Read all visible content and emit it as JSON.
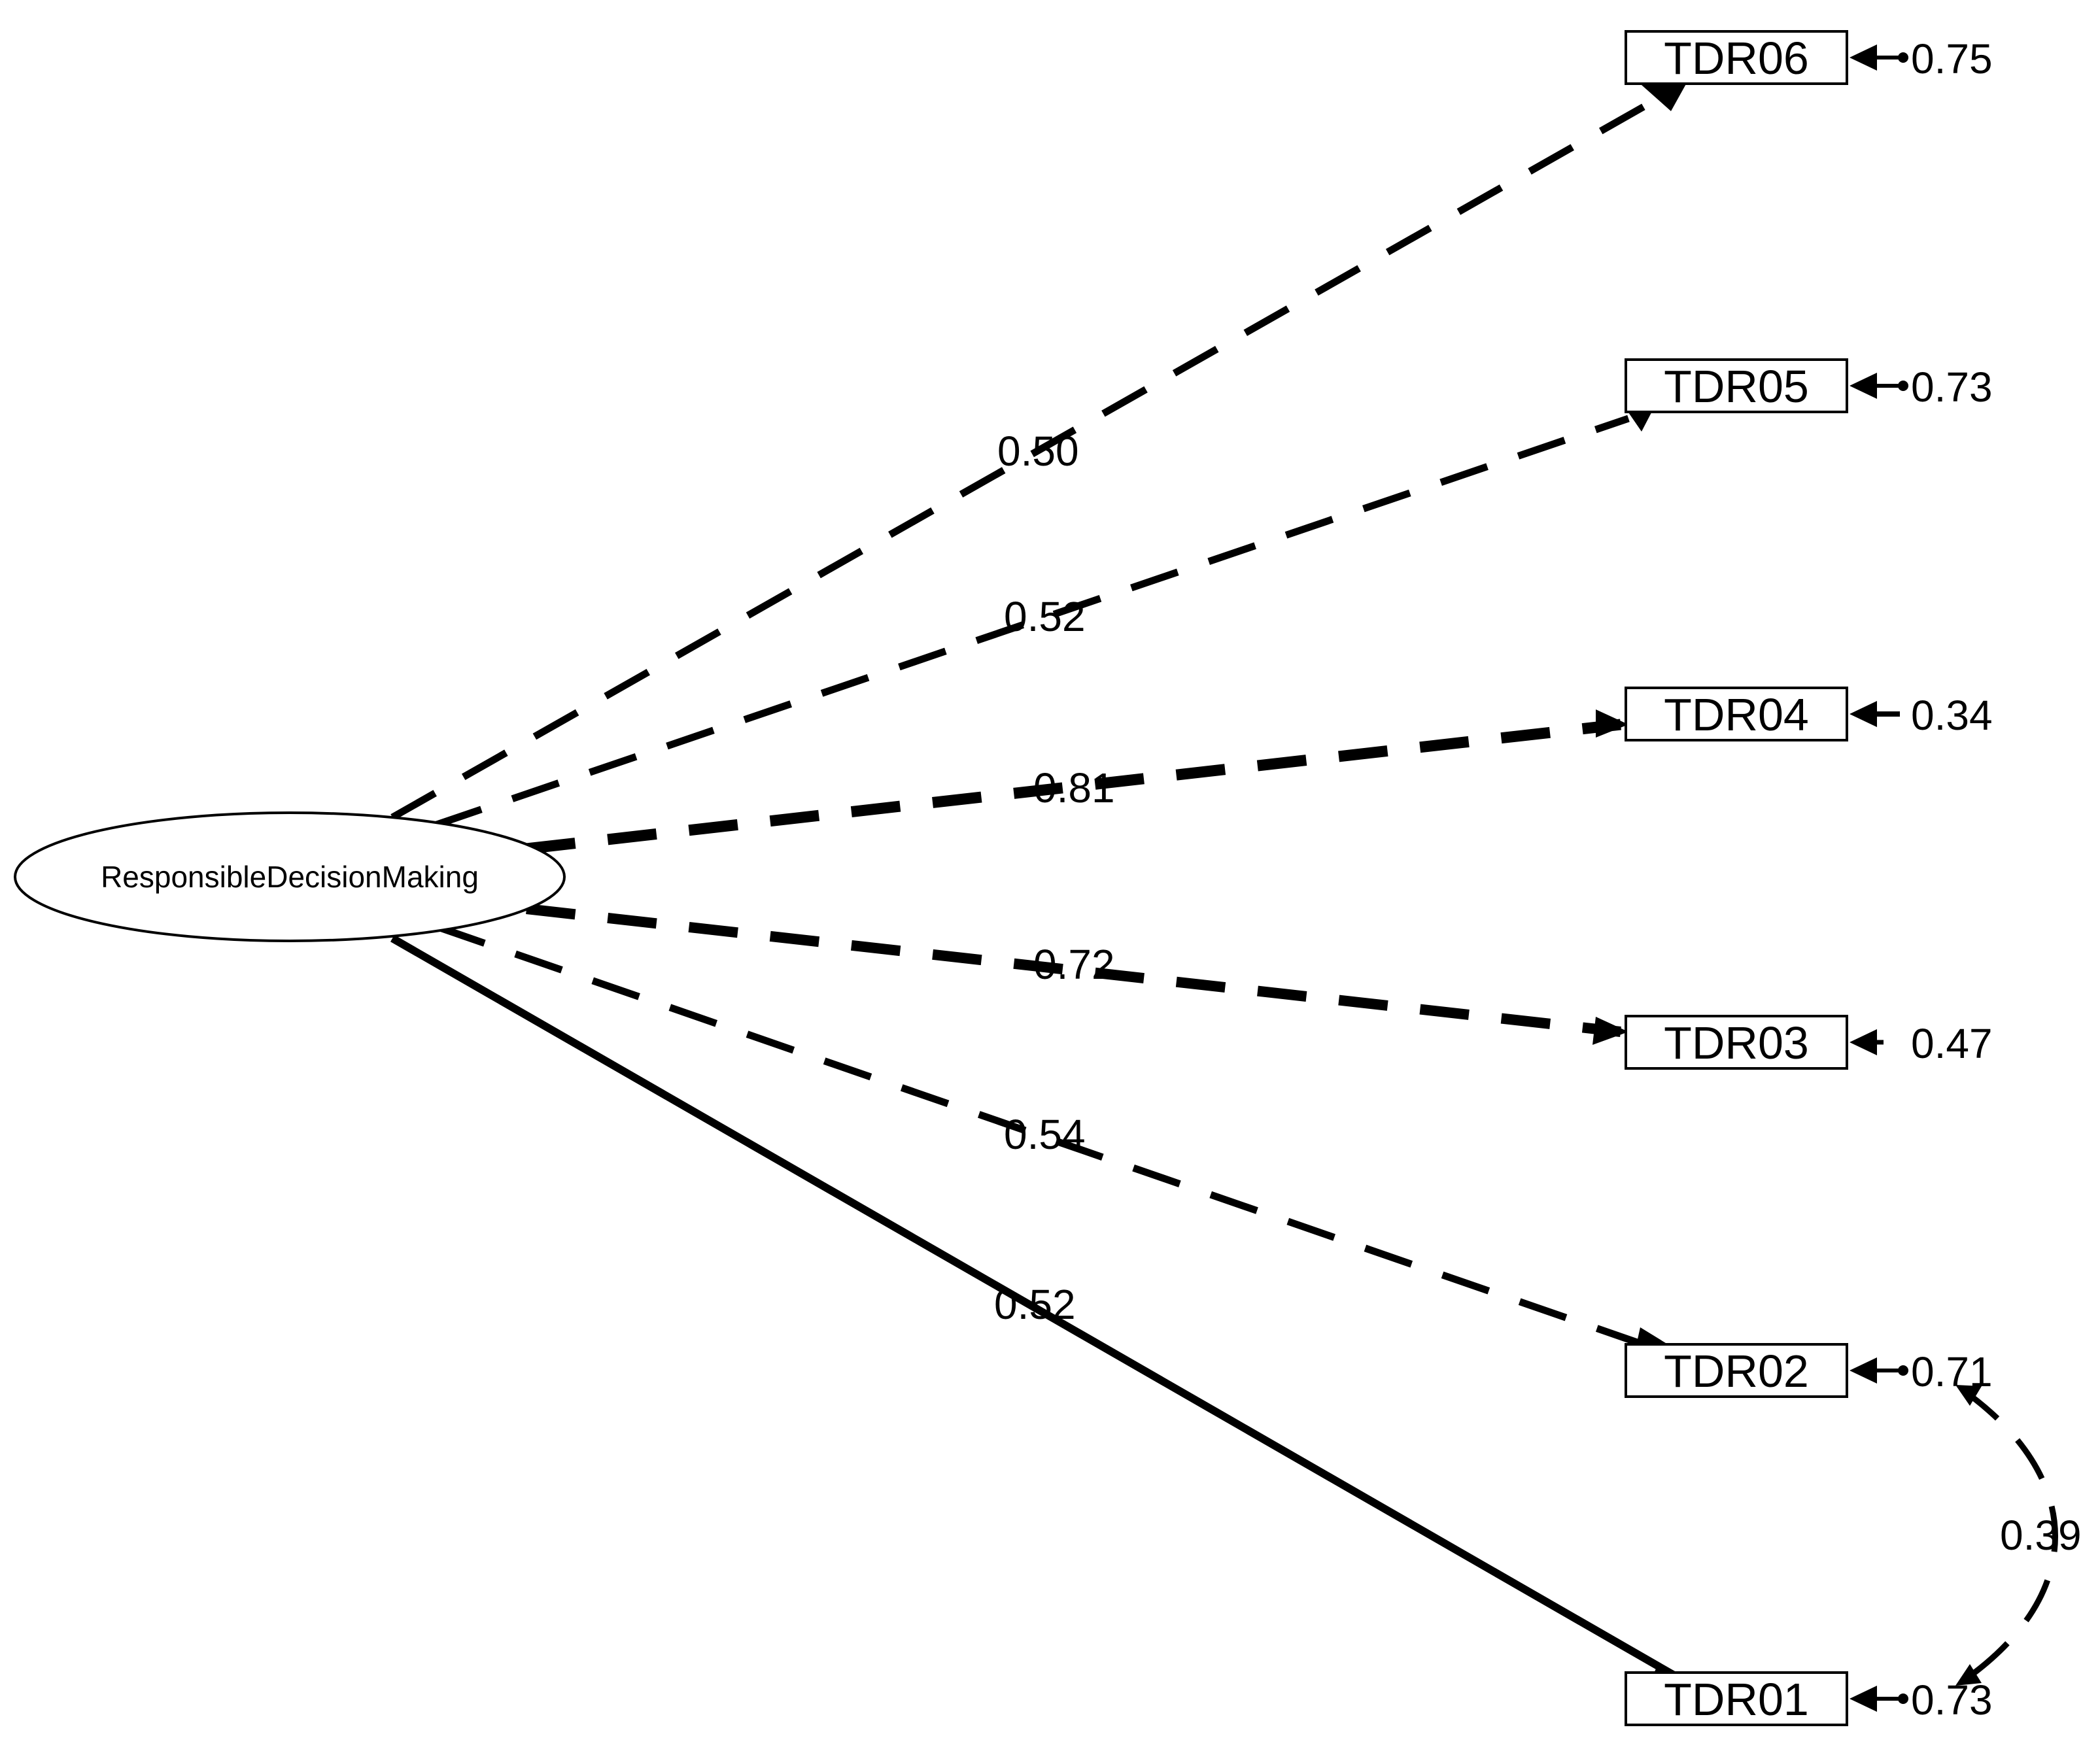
{
  "diagram": {
    "latent": {
      "label": "ResponsibleDecisionMaking"
    },
    "indicators": [
      {
        "label": "TDR06",
        "loading": "0.50",
        "residual": "0.75",
        "path_style": "dashed"
      },
      {
        "label": "TDR05",
        "loading": "0.52",
        "residual": "0.73",
        "path_style": "dashed"
      },
      {
        "label": "TDR04",
        "loading": "0.81",
        "residual": "0.34",
        "path_style": "dashed"
      },
      {
        "label": "TDR03",
        "loading": "0.72",
        "residual": "0.47",
        "path_style": "dashed"
      },
      {
        "label": "TDR02",
        "loading": "0.54",
        "residual": "0.71",
        "path_style": "dashed"
      },
      {
        "label": "TDR01",
        "loading": "0.52",
        "residual": "0.73",
        "path_style": "solid"
      }
    ],
    "covariances": [
      {
        "from": "TDR02",
        "to": "TDR01",
        "value": "0.39",
        "style": "dashed"
      }
    ],
    "colors": {
      "line": "#000000",
      "background": "#ffffff"
    }
  }
}
